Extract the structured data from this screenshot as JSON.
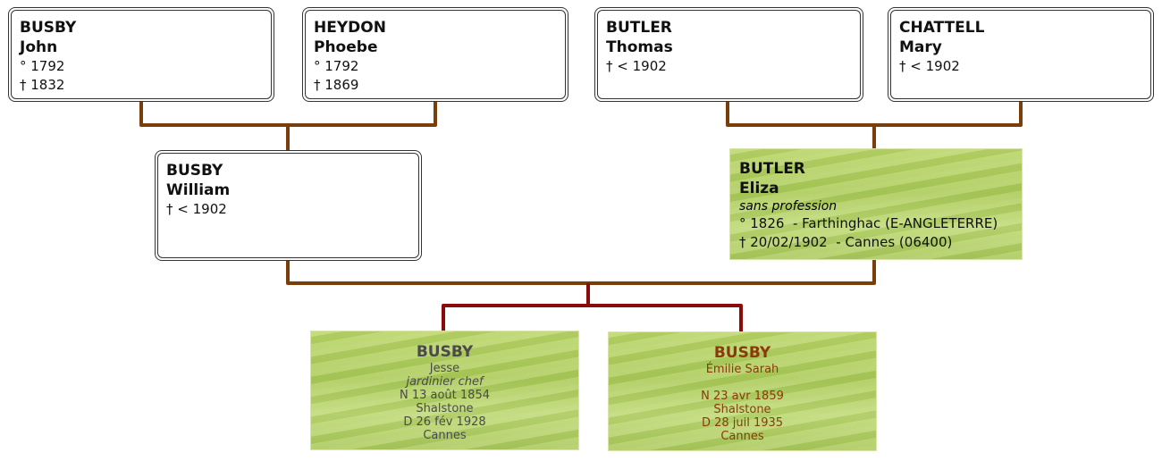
{
  "colors": {
    "parent_line": "#7a3e0a",
    "child_line": "#8b0a0a",
    "male_child": "#4a4a4a",
    "female_child": "#8a3a0a"
  },
  "grandparents": [
    {
      "surname": "BUSBY",
      "given": "John",
      "birth": "° 1792",
      "death": "† 1832"
    },
    {
      "surname": "HEYDON",
      "given": "Phoebe",
      "birth": "° 1792",
      "death": "† 1869"
    },
    {
      "surname": "BUTLER",
      "given": "Thomas",
      "death": "† < 1902"
    },
    {
      "surname": "CHATTELL",
      "given": "Mary",
      "death": "† < 1902"
    }
  ],
  "father": {
    "surname": "BUSBY",
    "given": "William",
    "death": "† < 1902"
  },
  "mother": {
    "surname": "BUTLER",
    "given": "Eliza",
    "occupation": "sans profession",
    "birth": "° 1826  - Farthinghac (E-ANGLETERRE)",
    "death": "† 20/02/1902  - Cannes (06400)"
  },
  "children": [
    {
      "surname": "BUSBY",
      "given": "Jesse",
      "occupation": "jardinier chef",
      "birth": "N 13 août 1854",
      "birth_place": "Shalstone",
      "death": "D 26 fév 1928",
      "death_place": "Cannes"
    },
    {
      "surname": "BUSBY",
      "given": "Émilie Sarah",
      "birth": "N 23 avr 1859",
      "birth_place": "Shalstone",
      "death": "D 28 juil 1935",
      "death_place": "Cannes"
    }
  ]
}
